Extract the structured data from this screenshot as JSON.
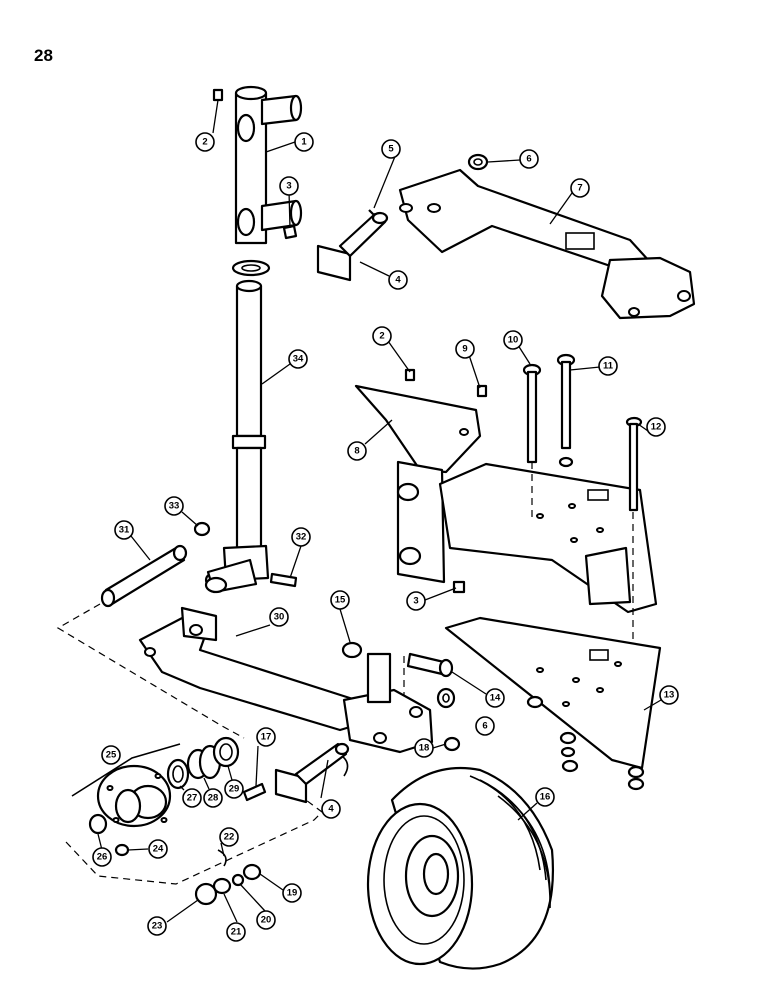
{
  "page": {
    "number": "28"
  },
  "callouts": [
    "1",
    "2",
    "3",
    "4",
    "5",
    "6",
    "7",
    "8",
    "9",
    "10",
    "11",
    "12",
    "13",
    "14",
    "15",
    "16",
    "17",
    "18",
    "19",
    "20",
    "21",
    "22",
    "23",
    "24",
    "25",
    "26",
    "27",
    "28",
    "29",
    "30",
    "31",
    "32",
    "33",
    "34"
  ]
}
